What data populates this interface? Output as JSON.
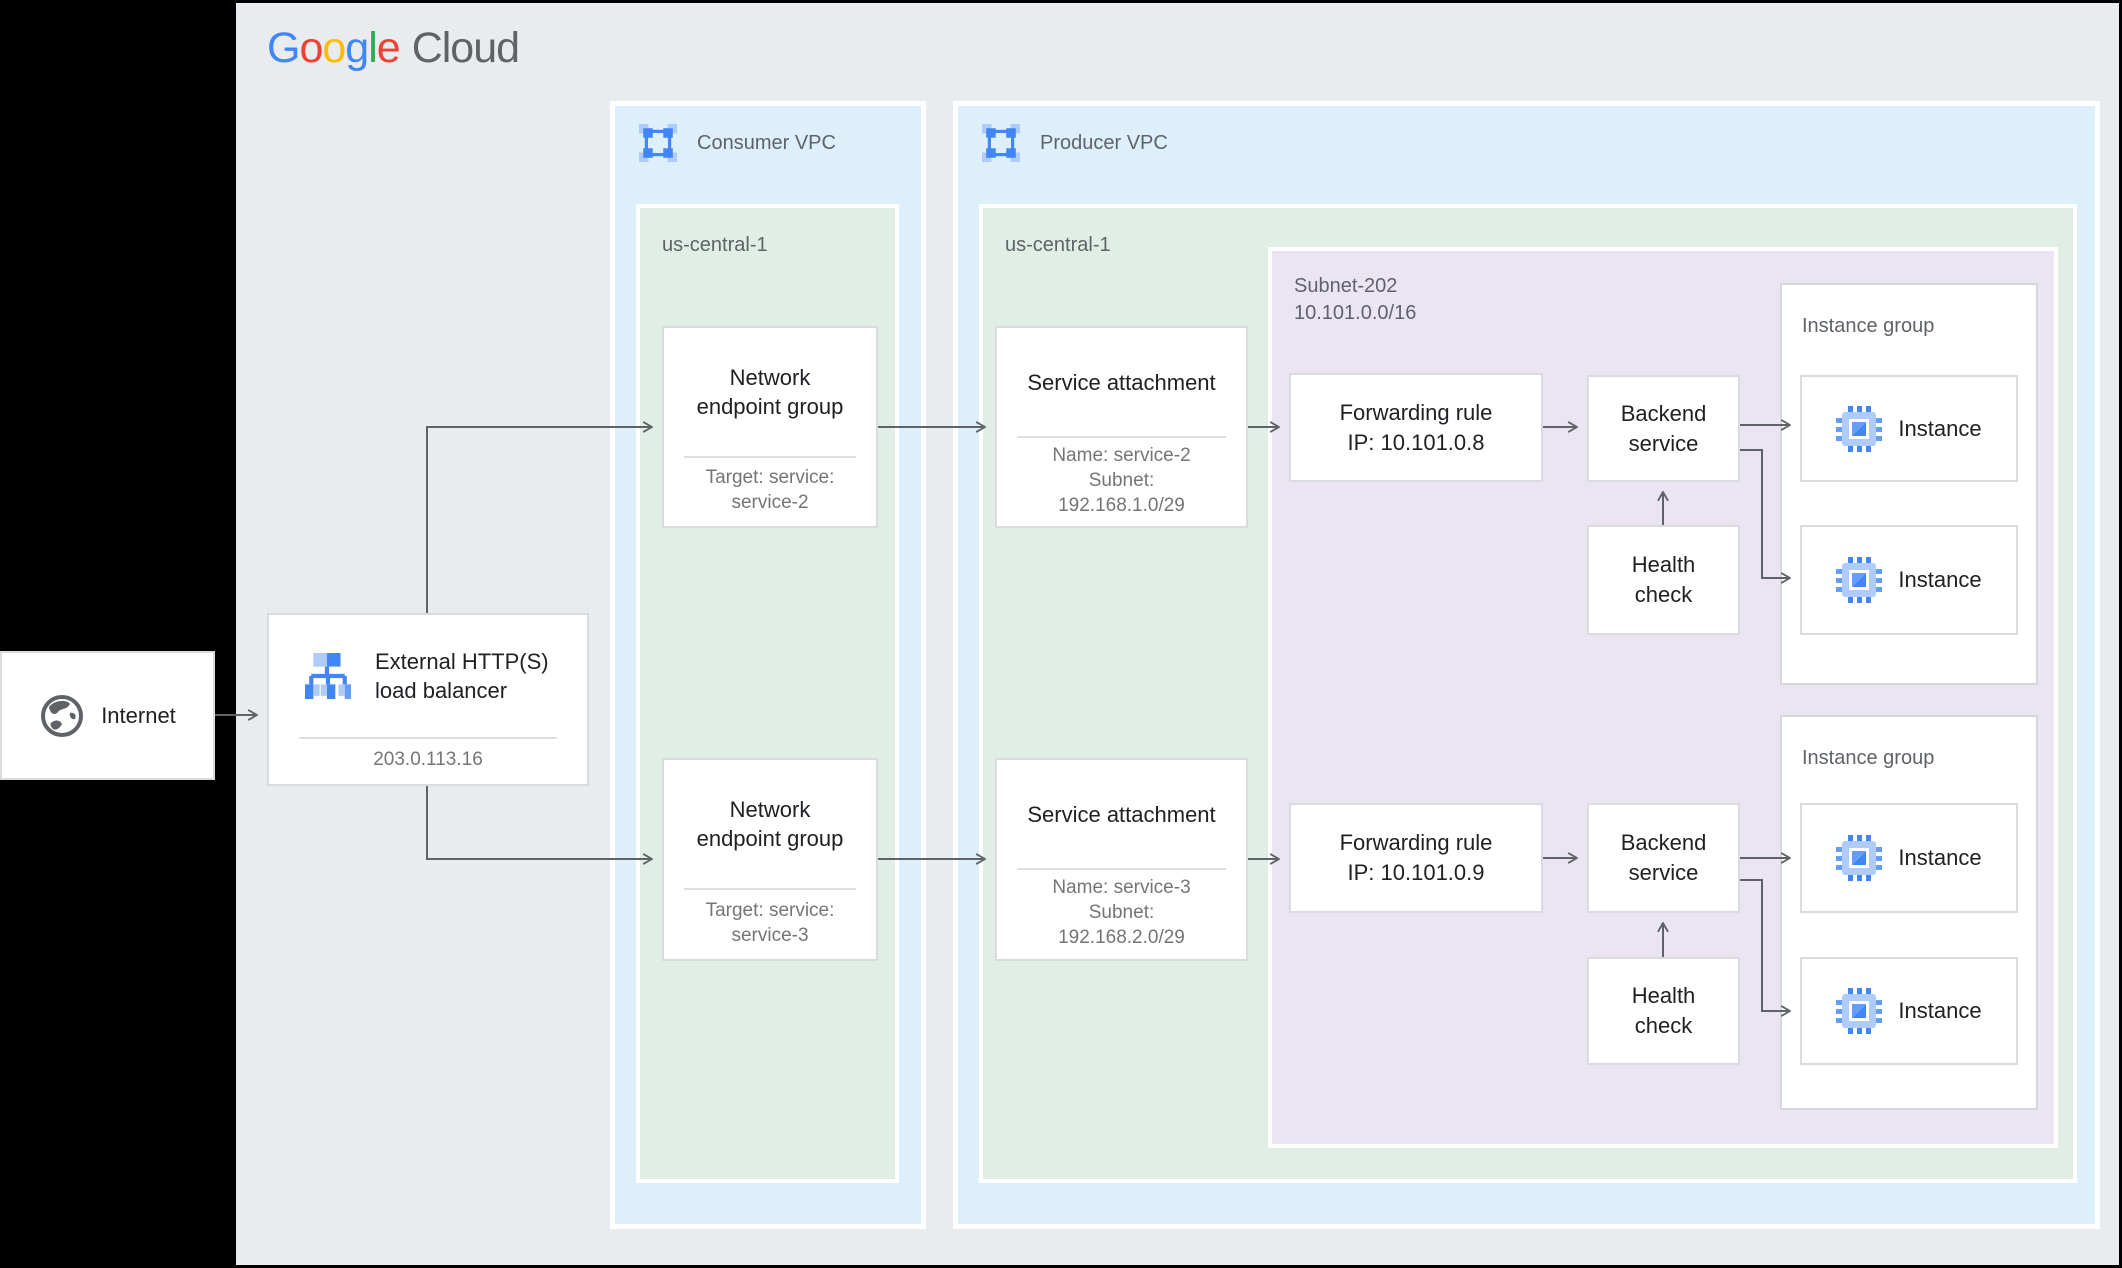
{
  "header": {
    "logo": {
      "letters": [
        "G",
        "o",
        "o",
        "g",
        "l",
        "e"
      ],
      "suffix": "Cloud"
    }
  },
  "internet": {
    "label": "Internet"
  },
  "load_balancer": {
    "title": [
      "External HTTP(S)",
      "load balancer"
    ],
    "ip": "203.0.113.16"
  },
  "consumer_vpc": {
    "label": "Consumer VPC",
    "region": {
      "label": "us-central-1"
    },
    "negs": [
      {
        "title": [
          "Network",
          "endpoint group"
        ],
        "target": [
          "Target: service:",
          "service-2"
        ]
      },
      {
        "title": [
          "Network",
          "endpoint group"
        ],
        "target": [
          "Target: service:",
          "service-3"
        ]
      }
    ]
  },
  "producer_vpc": {
    "label": "Producer VPC",
    "region": {
      "label": "us-central-1"
    },
    "service_attachments": [
      {
        "title": "Service attachment",
        "details": [
          "Name: service-2",
          "Subnet:",
          "192.168.1.0/29"
        ]
      },
      {
        "title": "Service attachment",
        "details": [
          "Name: service-3",
          "Subnet:",
          "192.168.2.0/29"
        ]
      }
    ],
    "subnet": {
      "name": "Subnet-202",
      "cidr": "10.101.0.0/16",
      "forwarding_rules": [
        [
          "Forwarding rule",
          "IP: 10.101.0.8"
        ],
        [
          "Forwarding rule",
          "IP: 10.101.0.9"
        ]
      ],
      "backend_services": [
        [
          "Backend",
          "service"
        ],
        [
          "Backend",
          "service"
        ]
      ],
      "health_checks": [
        [
          "Health",
          "check"
        ],
        [
          "Health",
          "check"
        ]
      ],
      "instance_groups": [
        {
          "label": "Instance group",
          "instances": [
            "Instance",
            "Instance"
          ]
        },
        {
          "label": "Instance group",
          "instances": [
            "Instance",
            "Instance"
          ]
        }
      ]
    }
  },
  "icons": {
    "internet": "globe-icon",
    "load_balancer": "load-balancer-icon",
    "vpc": "vpc-network-icon",
    "instance": "compute-instance-icon"
  },
  "colors": {
    "canvas": "#e9ecef",
    "vpc_fill": "#dceffa",
    "region_fill": "#e1eee5",
    "subnet_fill": "#ebe4f3",
    "node_border": "#d9dbde",
    "arrow": "#5f6368",
    "title_text": "#202124",
    "sub_text": "#757575",
    "label_text": "#5f6368",
    "brand_blue": "#4285F4",
    "brand_red": "#EA4335",
    "brand_yellow": "#FBBC04",
    "brand_green": "#34A853"
  }
}
